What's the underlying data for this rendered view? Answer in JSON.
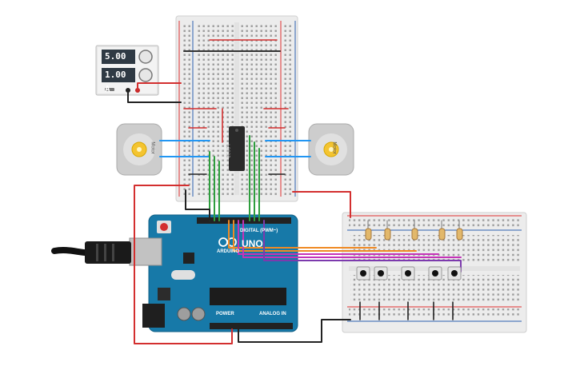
{
  "power_supply": {
    "voltage": "5.00 V",
    "current": "1.00 A"
  },
  "arduino": {
    "brand": "ARDUINO",
    "model": "UNO",
    "digital_label": "DIGITAL (PWM~)",
    "power_label": "POWER",
    "analog_label": "ANALOG IN"
  },
  "driver_chip": {
    "label": "L293D"
  },
  "motors": [
    {
      "label": "Motor"
    },
    {
      "label": "Motor"
    }
  ],
  "wire_colors": {
    "red": "#d32f2f",
    "black": "#222222",
    "green": "#2e9e3e",
    "blue": "#2196f3",
    "orange": "#f08a24",
    "magenta": "#c533b8",
    "purple": "#7c3aad"
  }
}
